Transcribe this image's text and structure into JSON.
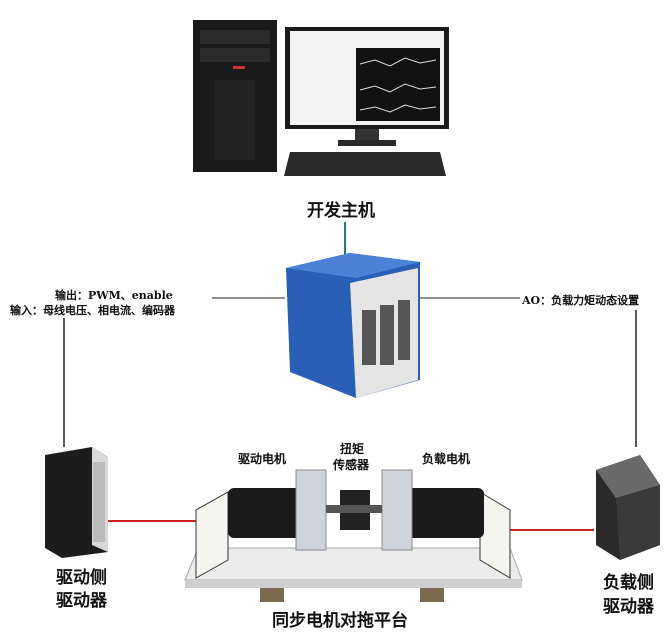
{
  "title": "同步电机对拖平台",
  "nodes": {
    "host": {
      "label": "开发主机"
    },
    "controller": {
      "left_output": "输出：PWM、enable",
      "left_input": "输入：母线电压、相电流、编码器",
      "right_output": "AO：负载力矩动态设置"
    },
    "drive_side": {
      "line1": "驱动侧",
      "line2": "驱动器"
    },
    "load_side": {
      "line1": "负载侧",
      "line2": "驱动器"
    },
    "platform": {
      "drive_motor": "驱动电机",
      "torque_sensor_line1": "扭矩",
      "torque_sensor_line2": "传感器",
      "load_motor": "负载电机"
    }
  },
  "colors": {
    "controller_blue": "#2a5fb8",
    "link_red": "#cc2222",
    "link_teal": "#2a7a8a",
    "link_black": "#222222"
  }
}
